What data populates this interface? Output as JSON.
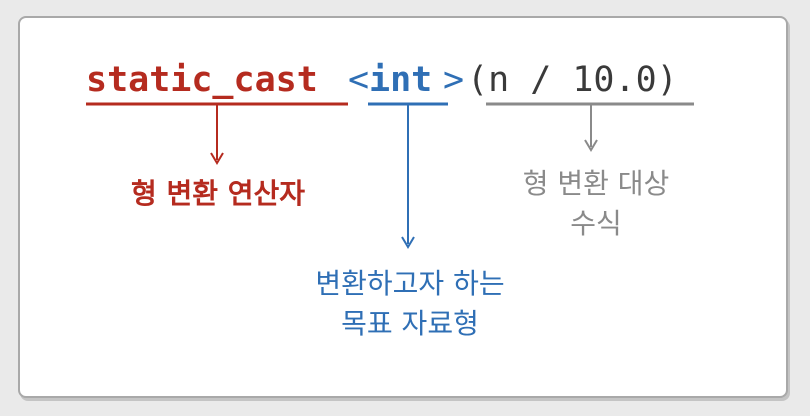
{
  "code": {
    "operator": "static_cast",
    "type_open": "<",
    "type": "int",
    "type_close": ">",
    "expression": "(n / 10.0)"
  },
  "annotations": {
    "operator": [
      "형 변환 연산자"
    ],
    "type": [
      "변환하고자 하는",
      "목표 자료형"
    ],
    "expression": [
      "형 변환 대상",
      "수식"
    ]
  },
  "colors": {
    "operator": "#b52b1f",
    "type": "#2f6fb5",
    "expression": "#8a8a8a"
  }
}
